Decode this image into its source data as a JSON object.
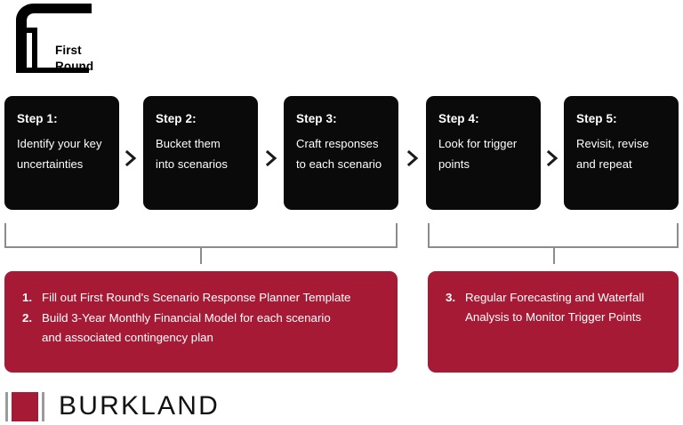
{
  "colors": {
    "accent_red": "#A71A35",
    "box_black": "#0a0a0a",
    "bracket_gray": "#8c8c8c",
    "rule_gray": "#9b9b9b"
  },
  "first_round_logo": {
    "line1": "First",
    "line2": "Round",
    "mark": "bracket-mark-icon"
  },
  "steps": [
    {
      "title": "Step 1:",
      "line1": "Identify your key",
      "line2": "uncertainties"
    },
    {
      "title": "Step 2:",
      "line1": "Bucket them",
      "line2": "into scenarios"
    },
    {
      "title": "Step 3:",
      "line1": "Craft responses",
      "line2": "to each scenario"
    },
    {
      "title": "Step 4:",
      "line1": "Look for trigger",
      "line2": "points"
    },
    {
      "title": "Step 5:",
      "line1": "Revisit, revise",
      "line2": "and repeat"
    }
  ],
  "separator_icon": "chevron-right-icon",
  "actions": {
    "left": [
      {
        "num": "1.",
        "line1": "Fill out First Round's Scenario Response Planner Template",
        "line2": ""
      },
      {
        "num": "2.",
        "line1": "Build 3-Year Monthly Financial Model for each scenario",
        "line2": "and associated contingency plan"
      }
    ],
    "right": [
      {
        "num": "3.",
        "line1": "Regular Forecasting and Waterfall",
        "line2": "Analysis to Monitor Trigger Points"
      }
    ]
  },
  "burkland_logo": {
    "name": "BURKLAND",
    "mark": "burkland-square-icon"
  }
}
